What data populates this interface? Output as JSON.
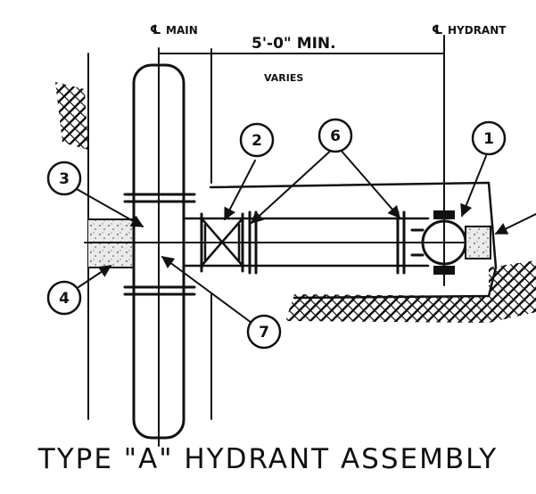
{
  "labels": {
    "main_centerline": "MAIN",
    "hydrant_centerline": "HYDRANT",
    "dimension": "5'-0\" MIN.",
    "dimension_note": "VARIES"
  },
  "callouts": [
    "1",
    "2",
    "3",
    "4",
    "6",
    "7"
  ],
  "title": "TYPE \"A\" HYDRANT ASSEMBLY"
}
